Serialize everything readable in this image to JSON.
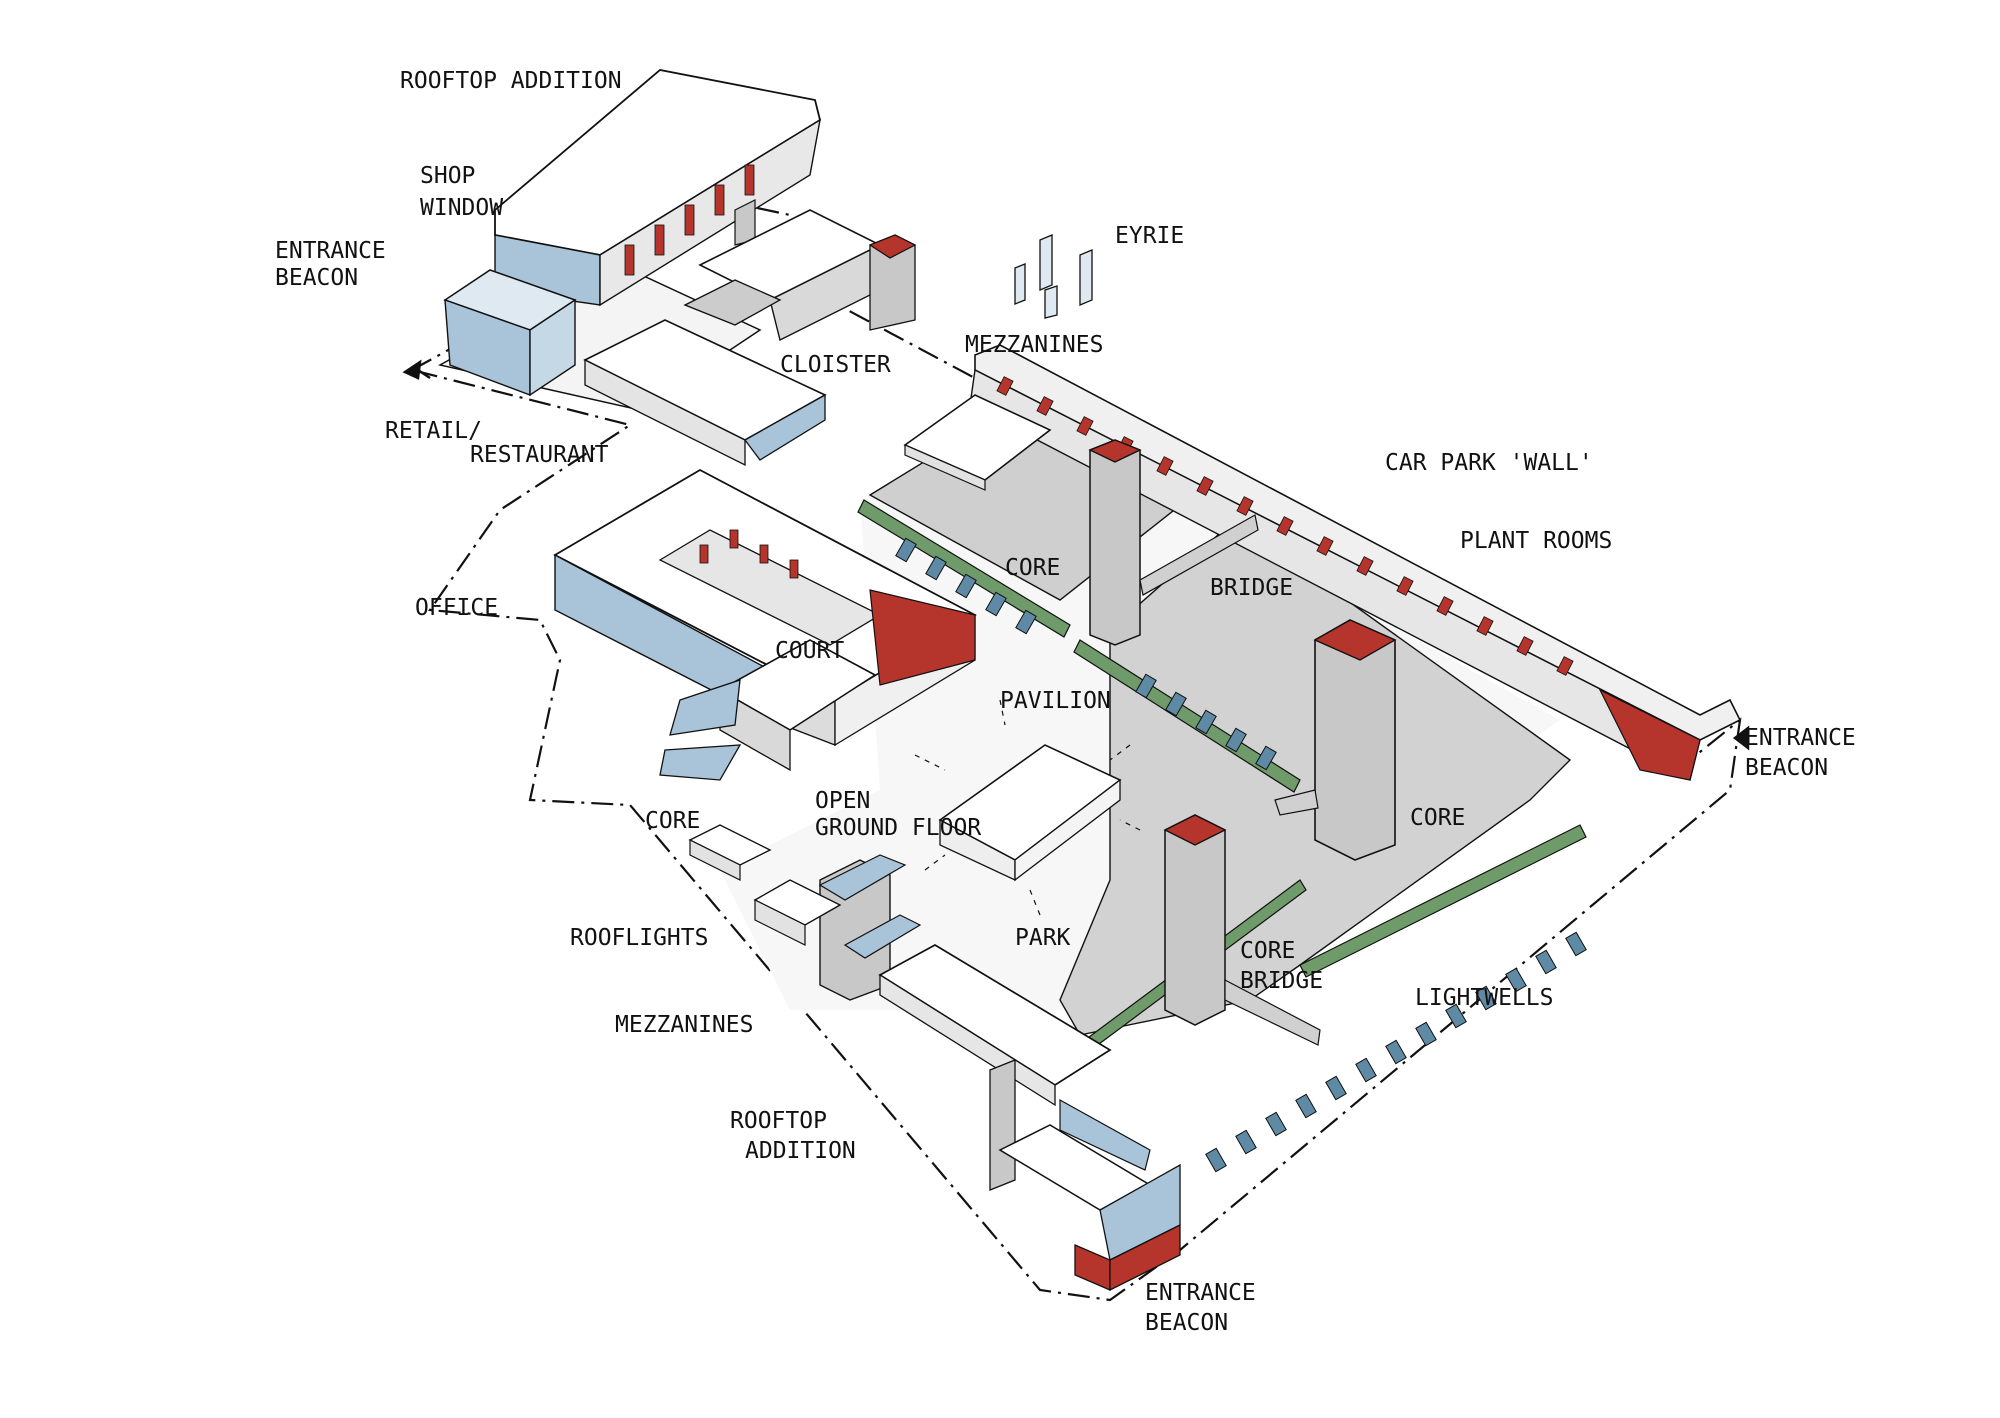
{
  "labels": {
    "rooftop_addition_top": "ROOFTOP ADDITION",
    "shop_window_1": "SHOP",
    "shop_window_2": "WINDOW",
    "entrance_beacon_nw_1": "ENTRANCE",
    "entrance_beacon_nw_2": "BEACON",
    "eyrie": "EYRIE",
    "mezzanines_top": "MEZZANINES",
    "cloister": "CLOISTER",
    "retail": "RETAIL/",
    "restaurant": "RESTAURANT",
    "car_park_wall": "CAR PARK 'WALL'",
    "plant_rooms": "PLANT  ROOMS",
    "core_upper": "CORE",
    "bridge_upper": "BRIDGE",
    "office": "OFFICE",
    "court": "COURT",
    "pavilion": "PAVILION",
    "entrance_beacon_e_1": "ENTRANCE",
    "entrance_beacon_e_2": "BEACON",
    "core_west": "CORE",
    "open_ground_floor_1": "OPEN",
    "open_ground_floor_2": "GROUND FLOOR",
    "core_right": "CORE",
    "park": "PARK",
    "rooflights": "ROOFLIGHTS",
    "core_lower": "CORE",
    "bridge_lower": "BRIDGE",
    "lightwells": "LIGHTWELLS",
    "mezzanines_bottom": "MEZZANINES",
    "rooftop_addition_bottom_1": "ROOFTOP",
    "rooftop_addition_bottom_2": "ADDITION",
    "entrance_beacon_s_1": "ENTRANCE",
    "entrance_beacon_s_2": "BEACON"
  },
  "colors": {
    "ink": "#111111",
    "brick": "#b5342b",
    "glass": "#a9c4d8",
    "grey": "#c8c8c8",
    "light_grey": "#e4e4e4",
    "green": "#6f9a6a",
    "window_blue": "#5f8aa6"
  }
}
